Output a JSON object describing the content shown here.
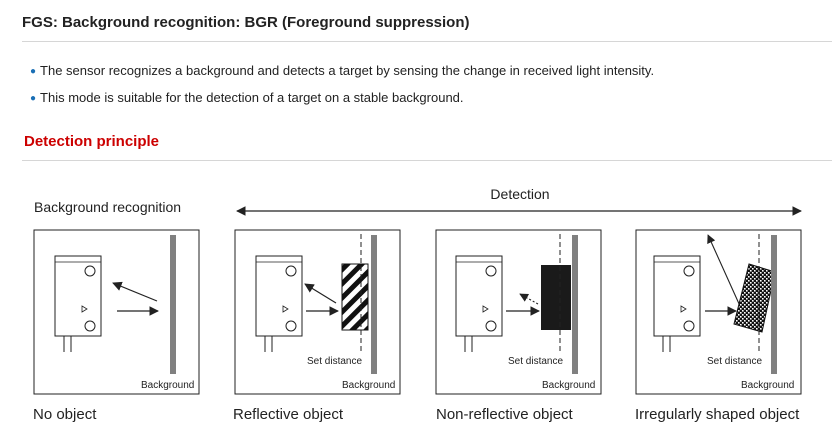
{
  "title": "FGS: Background recognition: BGR (Foreground suppression)",
  "bullets": [
    "The sensor recognizes a background and detects a target by sensing the change in received light intensity.",
    "This mode is suitable for the detection of a target on a stable background."
  ],
  "section_title": "Detection principle",
  "diagram": {
    "background_recognition_label": "Background recognition",
    "detection_label": "Detection",
    "set_distance_label": "Set distance",
    "background_label": "Background",
    "panels": [
      {
        "caption": "No object"
      },
      {
        "caption": "Reflective object"
      },
      {
        "caption": "Non-reflective object"
      },
      {
        "caption": "Irregularly shaped object"
      }
    ]
  }
}
